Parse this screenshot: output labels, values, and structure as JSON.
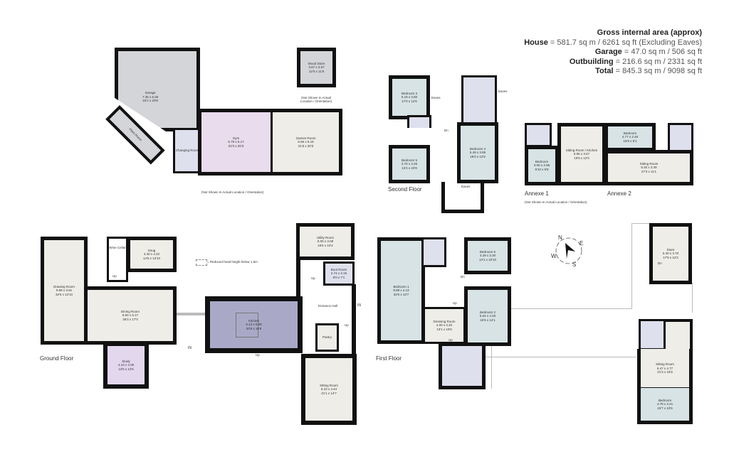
{
  "gross_internal_area": {
    "heading": "Gross internal area (approx)",
    "rows": [
      {
        "label": "House",
        "value": " = 581.7 sq m / 6261 sq ft (Excluding Eaves)"
      },
      {
        "label": "Garage",
        "value": " = 47.0 sq m / 506 sq ft"
      },
      {
        "label": "Outbuilding",
        "value": " = 216.6 sq m / 2331 sq ft"
      },
      {
        "label": "Total",
        "value": " = 845.3 sq m / 9098 sq ft"
      }
    ]
  },
  "outbuilding": {
    "note": "(Not Shown In Actual Location / Orientation)",
    "rooms": {
      "garage": {
        "name": "Garage",
        "metric": "7.35 x 6.30",
        "imperial": "24'1 x 20'8"
      },
      "plant_room": {
        "name": "Plant Room"
      },
      "changing_room": {
        "name": "Changing Room"
      },
      "gym": {
        "name": "Gym",
        "metric": "6.79 x 6.17",
        "imperial": "22'3 x 20'3"
      },
      "games_room": {
        "name": "Games Room",
        "metric": "6.56 x 6.18",
        "imperial": "21'6 x 20'3"
      }
    }
  },
  "wood_store": {
    "name": "Wood Store",
    "metric": "3.67 x 3.57",
    "imperial": "12'0 x 11'8",
    "note": "(Not Shown In Actual Location / Orientation)"
  },
  "second_floor": {
    "label": "Second Floor",
    "rooms": {
      "bedroom3": {
        "name": "Bedroom 3",
        "metric": "5.19 x 3.80",
        "imperial": "17'0 x 12'6"
      },
      "bedroom5": {
        "name": "Bedroom 5",
        "metric": "3.75 x 3.26",
        "imperial": "12'4 x 10'8"
      },
      "bedroom4": {
        "name": "Bedroom 4",
        "metric": "5.49 x 3.85",
        "imperial": "18'0 x 12'8"
      },
      "eaves": "Eaves",
      "dn": "Dn"
    }
  },
  "annexe": {
    "annexe1_label": "Annexe 1",
    "annexe2_label": "Annexe 2",
    "note": "(Not Shown In Actual Location / Orientation)",
    "rooms": {
      "a1_bedroom": {
        "name": "Bedroom",
        "metric": "3.00 x 2.95",
        "imperial": "9'10 x 9'8"
      },
      "a1_sitting": {
        "name": "Sitting Room / Kitchen",
        "metric": "5.85 x 3.67",
        "imperial": "19'8 x 12'0"
      },
      "a2_bedroom": {
        "name": "Bedroom",
        "metric": "4.77 x 2.46",
        "imperial": "15'8 x 8'1"
      },
      "a2_sitting": {
        "name": "Sitting Room",
        "metric": "8.30 x 3.39",
        "imperial": "27'3 x 11'1"
      }
    }
  },
  "ground_floor": {
    "label": "Ground Floor",
    "legend": "= Reduced head height below 1.5m",
    "rooms": {
      "drawing_room": {
        "name": "Drawing Room",
        "metric": "9.89 x 3.91",
        "imperial": "32'5 x 12'10"
      },
      "wine_cellar": {
        "name": "Wine Cellar"
      },
      "snug": {
        "name": "Snug",
        "metric": "4.40 x 4.22",
        "imperial": "14'5 x 13'10"
      },
      "dining_room": {
        "name": "Dining Room",
        "metric": "8.60 x 5.17",
        "imperial": "28'3 x 17'0"
      },
      "study": {
        "name": "Study",
        "metric": "4.10 x 4.08",
        "imperial": "13'5 x 13'5"
      },
      "kitchen": {
        "name": "Kitchen",
        "metric": "6.13 x 5.08",
        "imperial": "20'9 x 16'8"
      },
      "utility_room": {
        "name": "Utility Room",
        "metric": "5.00 x 3.08",
        "imperial": "16'6 x 10'2"
      },
      "boot_room": {
        "name": "Boot Room",
        "metric": "2.74 x 2.15",
        "imperial": "9'0 x 7'1"
      },
      "entrance_hall": {
        "name": "Entrance Hall"
      },
      "pantry": {
        "name": "Pantry"
      },
      "sitting_room": {
        "name": "Sitting Room",
        "metric": "6.43 x 4.44",
        "imperial": "21'1 x 14'7"
      }
    },
    "markers": {
      "in": "IN",
      "up": "Up"
    }
  },
  "first_floor": {
    "label": "First Floor",
    "rooms": {
      "bedroom1": {
        "name": "Bedroom 1",
        "metric": "9.89 x 4.13",
        "imperial": "32'5 x 13'7"
      },
      "bedroom6": {
        "name": "Bedroom 6",
        "metric": "4.29 x 3.30",
        "imperial": "14'1 x 10'10"
      },
      "bedroom2": {
        "name": "Bedroom 2",
        "metric": "5.04 x 4.29",
        "imperial": "16'6 x 14'1"
      },
      "dressing_room": {
        "name": "Dressing Room",
        "metric": "4.00 x 3.20",
        "imperial": "13'1 x 10'6"
      }
    },
    "markers": {
      "dn": "Dn",
      "up": "Up"
    }
  },
  "outbuilding_upper": {
    "rooms": {
      "store": {
        "name": "Store",
        "metric": "5.40 x 3.70",
        "imperial": "17'9 x 12'2"
      },
      "sitting_room": {
        "name": "Sitting Room",
        "metric": "6.47 x 4.77",
        "imperial": "21'3 x 15'8"
      },
      "bedroom": {
        "name": "Bedroom",
        "metric": "4.78 x 3.21",
        "imperial": "15'7 x 10'6"
      }
    },
    "markers": {
      "dn": "Dn"
    }
  },
  "compass": {
    "n": "N",
    "e": "E",
    "s": "S",
    "w": "W"
  }
}
